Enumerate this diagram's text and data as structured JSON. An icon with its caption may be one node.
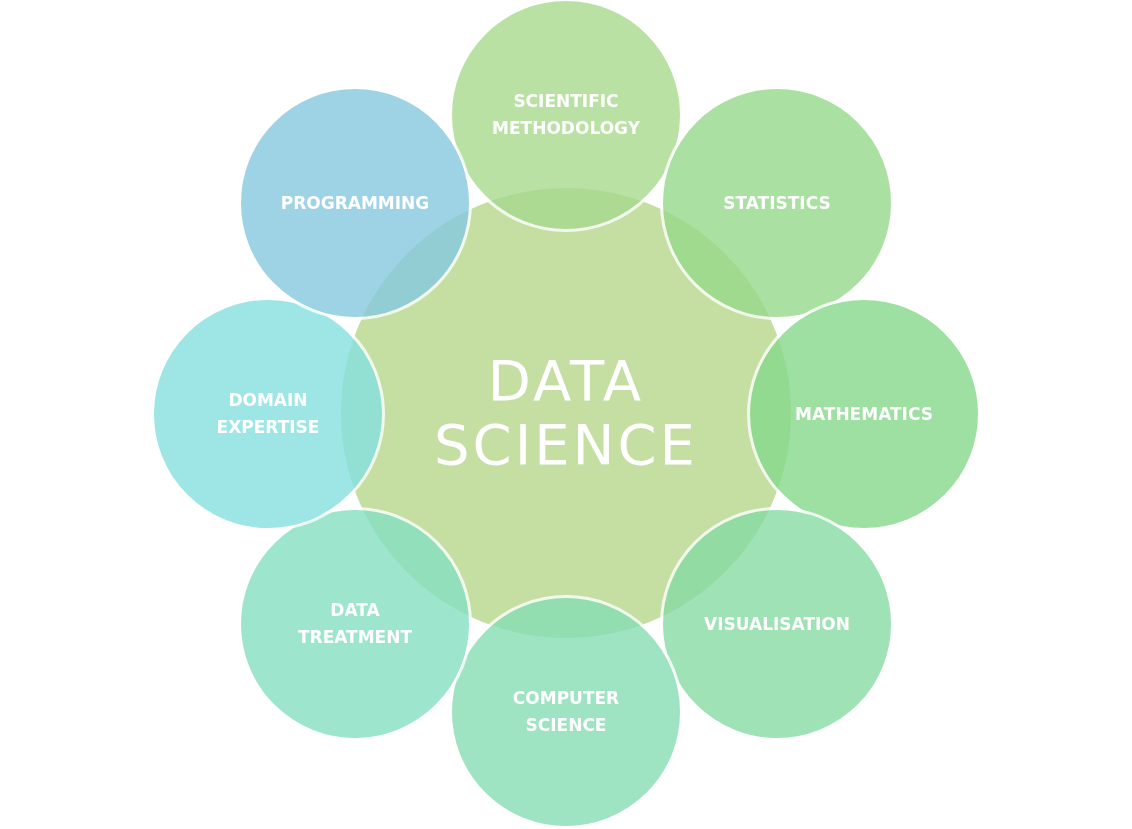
{
  "diagram": {
    "nodes": [
      {
        "text": [
          "DATA SCIENCE"
        ]
      },
      {
        "text": [
          "SCIENTIFIC METHODOLOGY"
        ]
      },
      {
        "text": [
          "STATISTICS"
        ]
      },
      {
        "text": [
          "MATHEMATICS"
        ]
      },
      {
        "text": [
          "VISUALISATION"
        ]
      },
      {
        "text": [
          "COMPUTER SCIENCE"
        ]
      },
      {
        "text": [
          "DATA TREATMENT"
        ]
      },
      {
        "text": [
          "DOMAIN EXPERTISE"
        ]
      },
      {
        "text": [
          "PROGRAMMING"
        ]
      }
    ]
  }
}
